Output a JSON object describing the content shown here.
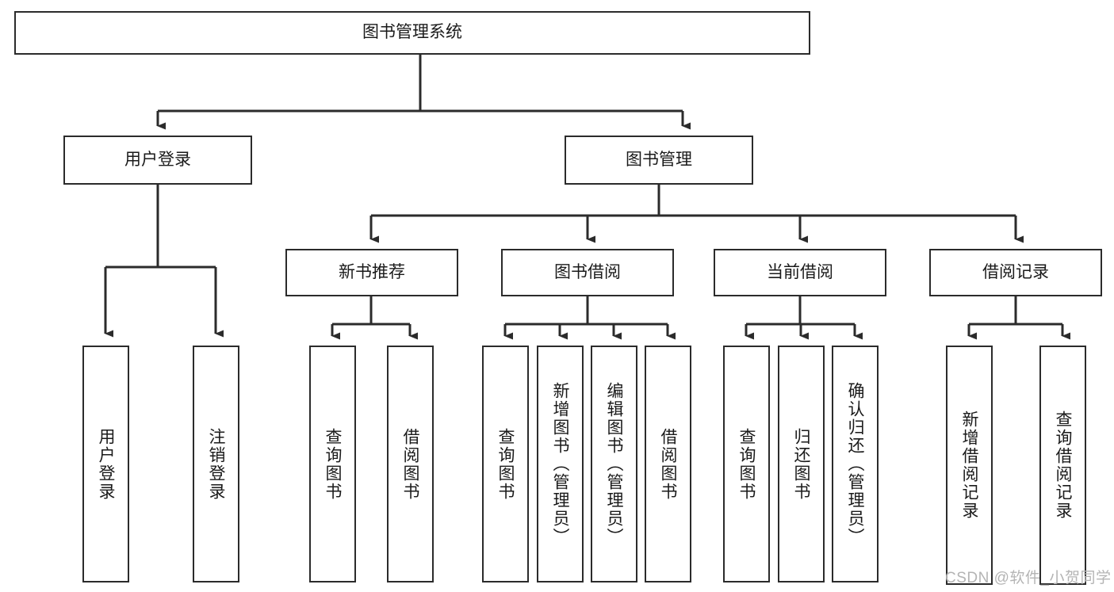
{
  "diagram": {
    "title": "图书管理系统",
    "type": "tree-hierarchy",
    "orientation": "top-down",
    "colors": {
      "box_border": "#2b2b2b",
      "box_fill": "#ffffff",
      "edge": "#2b2b2b",
      "text": "#1a1a1a",
      "watermark": "#b4b4b4",
      "background": "#ffffff"
    }
  },
  "root": {
    "label": "图书管理系统"
  },
  "level1": [
    {
      "id": "user-login",
      "label": "用户登录"
    },
    {
      "id": "book-management",
      "label": "图书管理"
    }
  ],
  "level2": [
    {
      "id": "new-book-recommend",
      "label": "新书推荐",
      "parent": "book-management"
    },
    {
      "id": "book-borrow",
      "label": "图书借阅",
      "parent": "book-management"
    },
    {
      "id": "current-borrow",
      "label": "当前借阅",
      "parent": "book-management"
    },
    {
      "id": "borrow-record",
      "label": "借阅记录",
      "parent": "book-management"
    }
  ],
  "leaves": {
    "user_login": [
      {
        "id": "leaf-user-login",
        "label": "用户登录"
      },
      {
        "id": "leaf-logout-login",
        "label": "注销登录"
      }
    ],
    "new_book_recommend": [
      {
        "id": "leaf-query-book-1",
        "label": "查询图书"
      },
      {
        "id": "leaf-borrow-book-1",
        "label": "借阅图书"
      }
    ],
    "book_borrow": [
      {
        "id": "leaf-query-book-2",
        "label": "查询图书"
      },
      {
        "id": "leaf-add-book",
        "label": "新增图书（管理员）"
      },
      {
        "id": "leaf-edit-book",
        "label": "编辑图书（管理员）"
      },
      {
        "id": "leaf-borrow-book-2",
        "label": "借阅图书"
      }
    ],
    "current_borrow": [
      {
        "id": "leaf-query-book-3",
        "label": "查询图书"
      },
      {
        "id": "leaf-return-book",
        "label": "归还图书"
      },
      {
        "id": "leaf-confirm-return",
        "label": "确认归还（管理员）"
      }
    ],
    "borrow_record": [
      {
        "id": "leaf-add-record",
        "label": "新增借阅记录"
      },
      {
        "id": "leaf-query-record",
        "label": "查询借阅记录"
      }
    ]
  },
  "watermark": {
    "text": "CSDN @软件_小贺同学"
  }
}
